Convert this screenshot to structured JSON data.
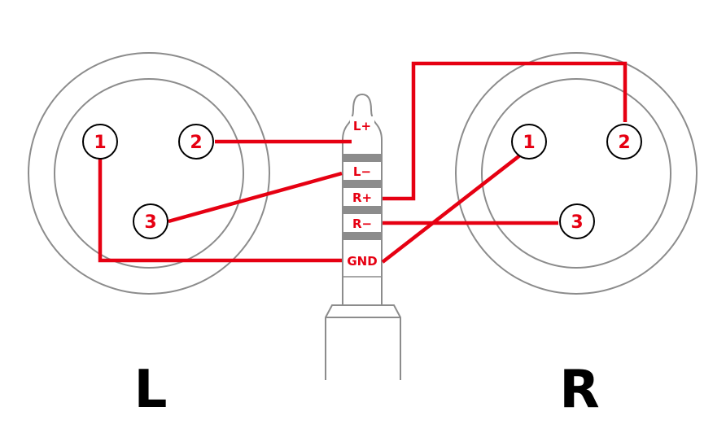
{
  "colors": {
    "wire": "#e60012",
    "outline": "#8c8c8c",
    "text": "#000000"
  },
  "connectors": {
    "left": {
      "label": "L",
      "pins": [
        {
          "id": "1",
          "label": "1"
        },
        {
          "id": "2",
          "label": "2"
        },
        {
          "id": "3",
          "label": "3"
        }
      ]
    },
    "right": {
      "label": "R",
      "pins": [
        {
          "id": "1",
          "label": "1"
        },
        {
          "id": "2",
          "label": "2"
        },
        {
          "id": "3",
          "label": "3"
        }
      ]
    }
  },
  "plug": {
    "rings": [
      {
        "id": "lplus",
        "label": "L+"
      },
      {
        "id": "lminus",
        "label": "L−"
      },
      {
        "id": "rplus",
        "label": "R+"
      },
      {
        "id": "rminus",
        "label": "R−"
      },
      {
        "id": "gnd",
        "label": "GND"
      }
    ]
  },
  "wiring": [
    {
      "from": "left.pin2",
      "to": "plug.lplus"
    },
    {
      "from": "left.pin3",
      "to": "plug.lminus"
    },
    {
      "from": "left.pin1",
      "to": "plug.gnd"
    },
    {
      "from": "right.pin2",
      "to": "plug.rplus"
    },
    {
      "from": "right.pin3",
      "to": "plug.rminus"
    },
    {
      "from": "right.pin1",
      "to": "plug.gnd"
    }
  ]
}
